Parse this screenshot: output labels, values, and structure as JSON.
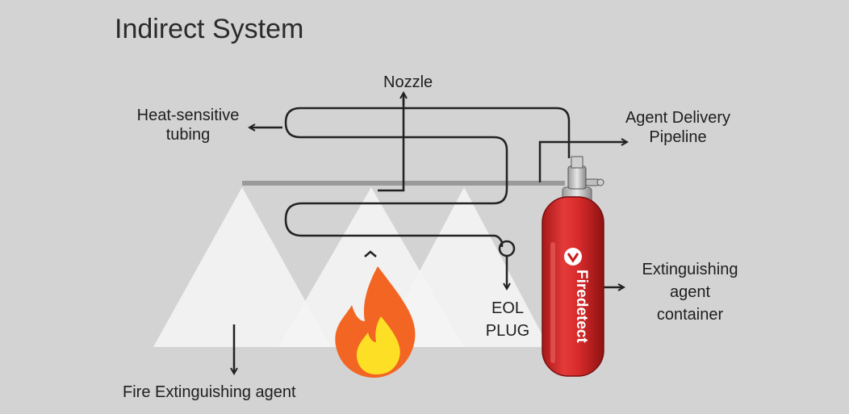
{
  "title": "Indirect System",
  "labels": {
    "nozzle": "Nozzle",
    "heat_sensitive_tubing": [
      "Heat-sensitive",
      "tubing"
    ],
    "agent_delivery_pipeline": [
      "Agent Delivery",
      "Pipeline"
    ],
    "extinguishing_agent_container": [
      "Extinguishing",
      "agent",
      "container"
    ],
    "eol_plug": [
      "EOL",
      "PLUG"
    ],
    "fire_extinguishing_agent": "Fire Extinguishing agent"
  },
  "brand_logo_text": "Firedetect",
  "colors": {
    "background": "#d3d3d3",
    "spray_cone": "#f2f2f2",
    "cylinder_red": "#d62a2a",
    "flame_outer": "#f26522",
    "flame_inner": "#fde026",
    "line": "#222222",
    "pipe": "#9a9a9a"
  }
}
